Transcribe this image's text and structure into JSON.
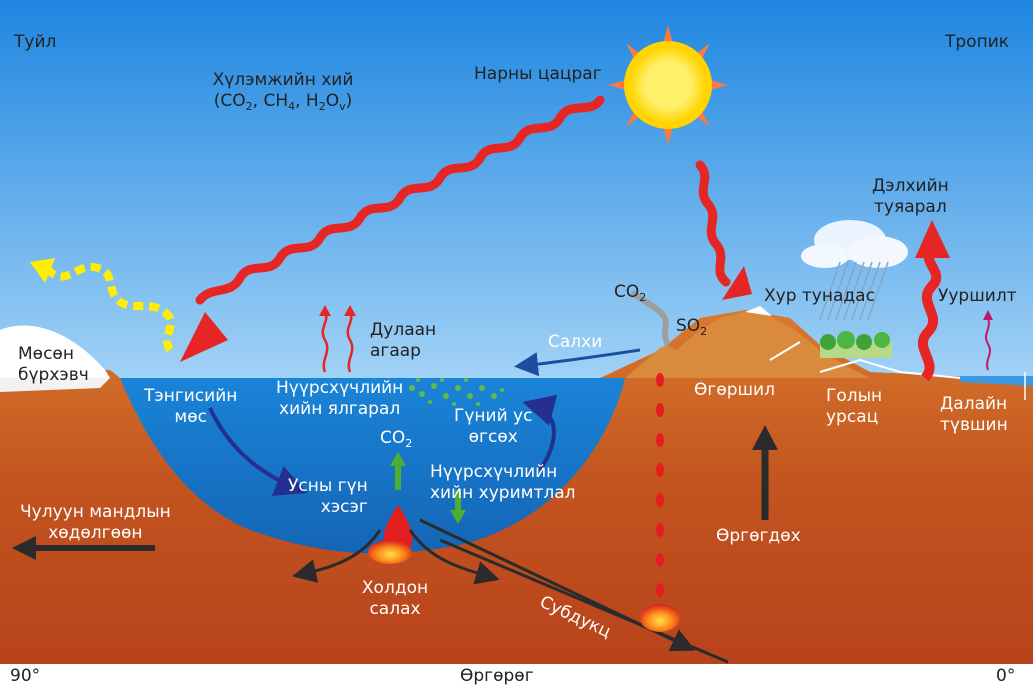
{
  "corner_labels": {
    "left": "Туйл",
    "right": "Тропик"
  },
  "axis": {
    "left": "90°",
    "center": "Өргөрөг",
    "right": "0°"
  },
  "labels": {
    "greenhouse_title": "Хүлэмжийн хий",
    "greenhouse_formula_open": "(CO",
    "greenhouse_sub1": "2",
    "greenhouse_sep1": ", CH",
    "greenhouse_sub2": "4",
    "greenhouse_sep2": ", H",
    "greenhouse_sub3": "2",
    "greenhouse_o": "O",
    "greenhouse_sub4": "v",
    "greenhouse_close": ")",
    "solar": "Нарны цацраг",
    "glacier_l1": "Мөсөн",
    "glacier_l2": "бүрхэвч",
    "sea_ice_l1": "Тэнгисийн",
    "sea_ice_l2": "мөс",
    "warm_air_l1": "Дулаан",
    "warm_air_l2": "агаар",
    "wind": "Салхи",
    "co2_volcano": "CO",
    "co2_volcano_sub": "2",
    "so2": "SO",
    "so2_sub": "2",
    "co2_sea": "CO",
    "co2_sea_sub": "2",
    "carbon_release_l1": "Нүүрсхүчлийн",
    "carbon_release_l2": "хийн ялгарал",
    "upwelling_l1": "Гүний ус",
    "upwelling_l2": "өгсөх",
    "deep_water_l1": "Усны гүн",
    "deep_water_l2": "хэсэг",
    "carbon_deposit_l1": "Нүүрсхүчлийн",
    "carbon_deposit_l2": "хийн хуримтлал",
    "continental_drift_l1": "Чулуун мандлын",
    "continental_drift_l2": "хөдөлгөөн",
    "seafloor_l1": "Холдон",
    "seafloor_l2": "салах",
    "subduction": "Субдукц",
    "uplift": "Өргөгдөх",
    "erosion": "Өгөршил",
    "river_l1": "Голын",
    "river_l2": "урсац",
    "precip": "Хур тунадас",
    "evaporation": "Ууршилт",
    "global_transport_l1": "Дэлхийн",
    "global_transport_l2": "туяарал",
    "sea_level_l1": "Далайн",
    "sea_level_l2": "түвшин"
  },
  "colors": {
    "sky": "#2a8fe6",
    "ocean": "#1f7fd0",
    "earth": "#c65a22",
    "sun": "#ffe600",
    "radiation_arrow": "#e62525",
    "heat_arrow": "#ffee00"
  }
}
